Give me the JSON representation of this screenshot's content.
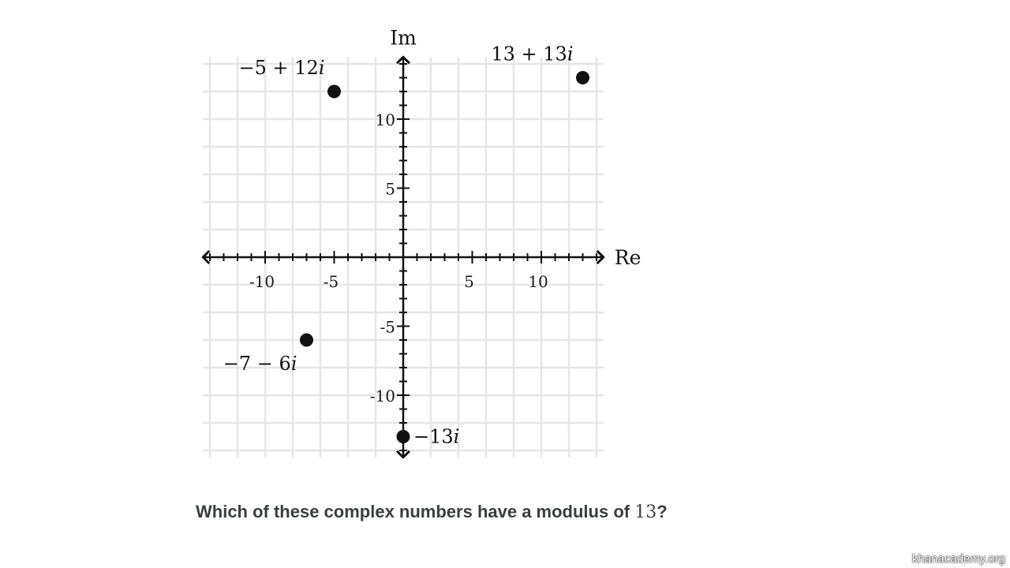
{
  "chart_data": {
    "type": "scatter",
    "xlabel": "Re",
    "ylabel": "Im",
    "xlim": [
      -14.5,
      14.5
    ],
    "ylim": [
      -14.5,
      14.5
    ],
    "grid": true,
    "xticks": [
      {
        "value": -10,
        "label": "-10"
      },
      {
        "value": -5,
        "label": "-5"
      },
      {
        "value": 5,
        "label": "5"
      },
      {
        "value": 10,
        "label": "10"
      }
    ],
    "yticks": [
      {
        "value": 10,
        "label": "10"
      },
      {
        "value": 5,
        "label": "5"
      },
      {
        "value": -5,
        "label": "-5"
      },
      {
        "value": -10,
        "label": "-10"
      }
    ],
    "points": [
      {
        "x": -5,
        "y": 12,
        "label": "−5 + 12",
        "label_suffix": "i",
        "label_pos": "upper-left"
      },
      {
        "x": 13,
        "y": 13,
        "label": "13 + 13",
        "label_suffix": "i",
        "label_pos": "upper-left"
      },
      {
        "x": -7,
        "y": -6,
        "label": "−7 − 6",
        "label_suffix": "i",
        "label_pos": "lower-left"
      },
      {
        "x": 0,
        "y": -13,
        "label": "−13",
        "label_suffix": "i",
        "label_pos": "right"
      }
    ]
  },
  "question": {
    "text_before": "Which of these complex numbers have a modulus of ",
    "number": "13",
    "text_after": "?"
  },
  "watermark": "khanacademy.org"
}
